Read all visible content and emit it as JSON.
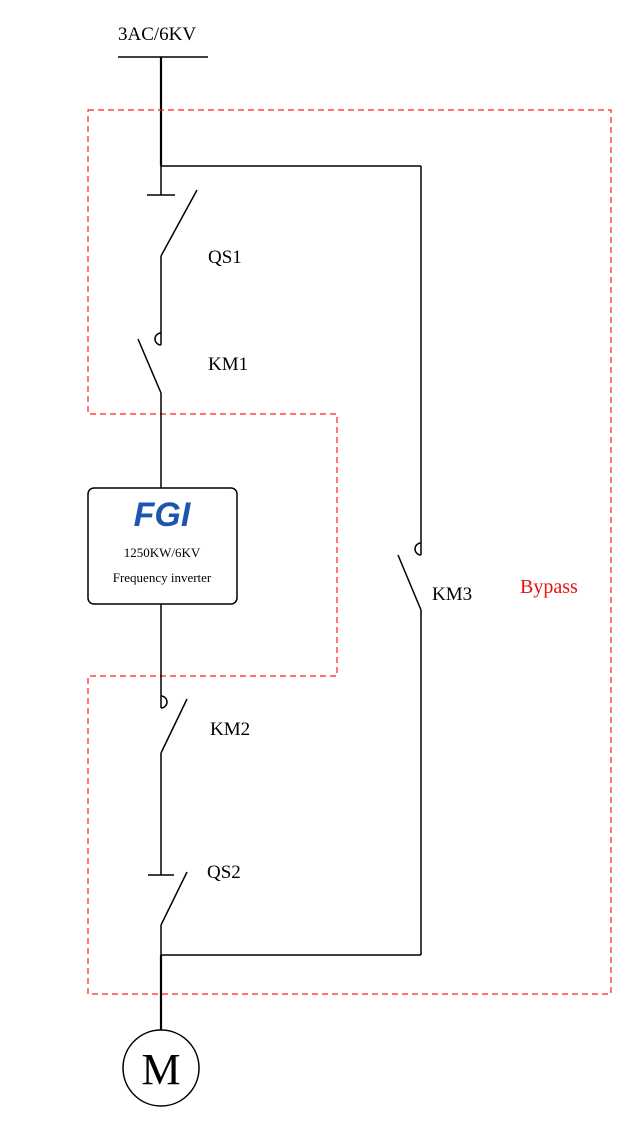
{
  "supply": {
    "label": "3AC/6KV"
  },
  "switches": {
    "qs1": "QS1",
    "km1": "KM1",
    "km2": "KM2",
    "qs2": "QS2",
    "km3": "KM3"
  },
  "inverter": {
    "logo": "FGI",
    "rating": "1250KW/6KV",
    "description": "Frequency inverter"
  },
  "bypass": {
    "label": "Bypass",
    "color": "#e81010"
  },
  "motor": {
    "label": "M"
  }
}
